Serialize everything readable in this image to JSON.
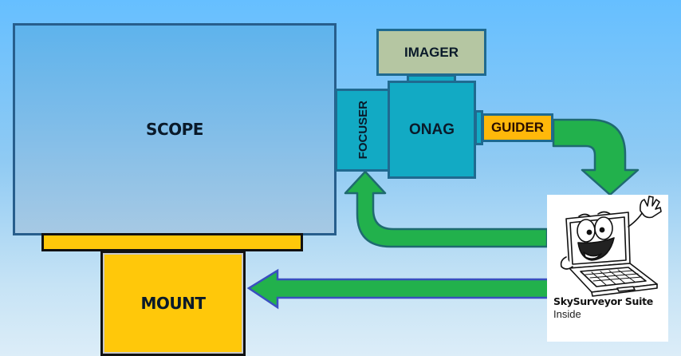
{
  "diagram": {
    "components": {
      "scope": "SCOPE",
      "mount": "MOUNT",
      "imager": "IMAGER",
      "focuser": "FOCUSER",
      "onag": "ONAG",
      "guider": "GUIDER"
    },
    "software": {
      "name": "SkySurveyor Suite",
      "subtitle": "Inside",
      "icon": "waving-laptop-mascot"
    },
    "flows": [
      {
        "from": "GUIDER",
        "to": "SkySurveyor Suite"
      },
      {
        "from": "SkySurveyor Suite",
        "to": "FOCUSER"
      },
      {
        "from": "SkySurveyor Suite",
        "to": "MOUNT"
      }
    ],
    "colors": {
      "scope": "#5eb3ec",
      "optics_blocks": "#12aac4",
      "imager": "#b5c6a2",
      "guider": "#ffb80a",
      "mount": "#ffc80a",
      "arrow": "#22b14c",
      "border": "#1f6a90"
    }
  }
}
